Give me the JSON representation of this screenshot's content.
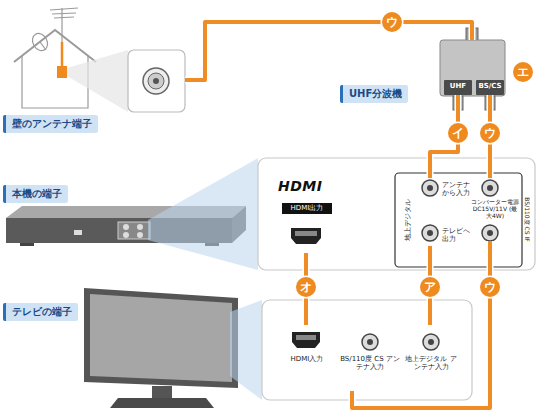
{
  "diagram": {
    "nodes": [
      {
        "text": [
          "壁のアンテナ端子"
        ]
      },
      {
        "text": [
          "UHF分波機"
        ]
      },
      {
        "text": [
          "UHF"
        ],
        "in": 1
      },
      {
        "text": [
          "BS/CS"
        ],
        "in": 1
      },
      {
        "text": [
          "本機の端子"
        ]
      },
      {
        "text": [
          "HDMI",
          "地上デジタル",
          "BS/110度 CS IF"
        ]
      },
      {
        "text": [
          "HDMI出力"
        ],
        "in": 5
      },
      {
        "text": [
          "アンテナから入力"
        ],
        "in": 5
      },
      {
        "text": [
          "テレビへ出力"
        ],
        "in": 5
      },
      {
        "text": [
          "コンバーター電源 DC15V/11V (最大4W)"
        ],
        "in": 5
      },
      {
        "text": [
          "テレビの端子"
        ]
      },
      {
        "text": [
          "HDMI入力"
        ]
      },
      {
        "text": [
          "BS/110度 CS アンテナ入力"
        ]
      },
      {
        "text": [
          "地上デジタル アンテナ入力"
        ]
      }
    ],
    "edges": [
      {
        "from": 0,
        "to": 1,
        "arrow": "none",
        "label": "ウ"
      },
      {
        "from": 2,
        "to": 7,
        "arrow": "none",
        "label": "イ"
      },
      {
        "from": 3,
        "to": 9,
        "arrow": "none",
        "label": "ウ"
      },
      {
        "from": 6,
        "to": 11,
        "arrow": "none",
        "label": "オ"
      },
      {
        "from": 8,
        "to": 13,
        "arrow": "none",
        "label": "ア"
      },
      {
        "from": 5,
        "to": 12,
        "arrow": "none",
        "label": "ウ"
      }
    ],
    "labels": [
      "エ"
    ]
  }
}
